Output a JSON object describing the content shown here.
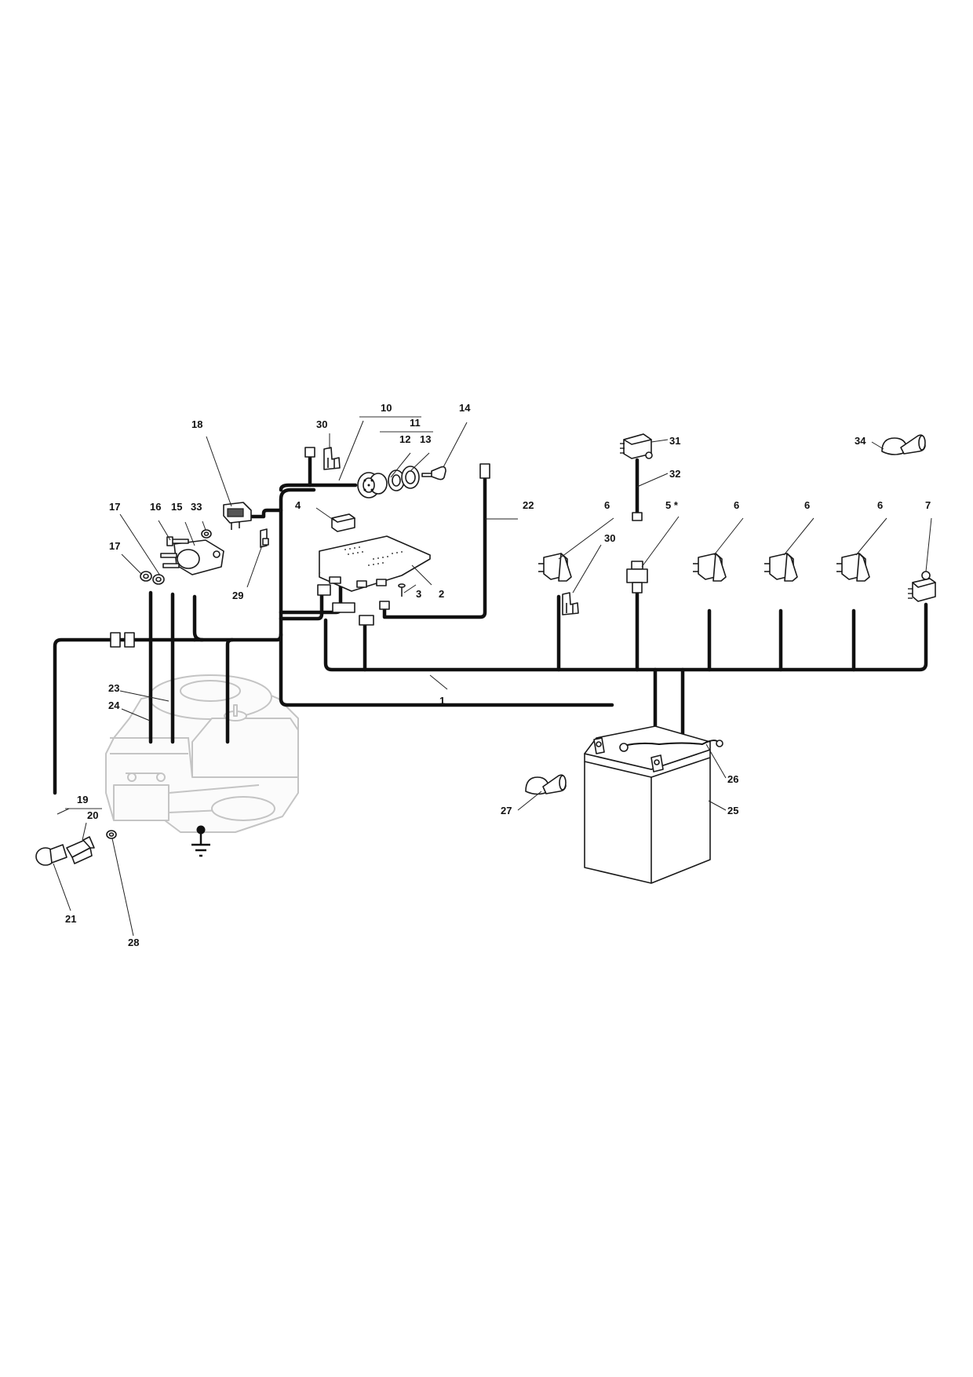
{
  "callouts": {
    "c1": "1",
    "c2": "2",
    "c3": "3",
    "c4": "4",
    "c5": "5 *",
    "c6a": "6",
    "c6b": "6",
    "c6c": "6",
    "c6d": "6",
    "c7": "7",
    "c10": "10",
    "c11": "11",
    "c12": "12",
    "c13": "13",
    "c14": "14",
    "c15": "15",
    "c16": "16",
    "c17a": "17",
    "c17b": "17",
    "c18": "18",
    "c19": "19",
    "c20": "20",
    "c21": "21",
    "c22": "22",
    "c23": "23",
    "c24": "24",
    "c25": "25",
    "c26": "26",
    "c27": "27",
    "c28": "28",
    "c29": "29",
    "c30a": "30",
    "c30b": "30",
    "c31": "31",
    "c32": "32",
    "c33": "33",
    "c34": "34"
  }
}
